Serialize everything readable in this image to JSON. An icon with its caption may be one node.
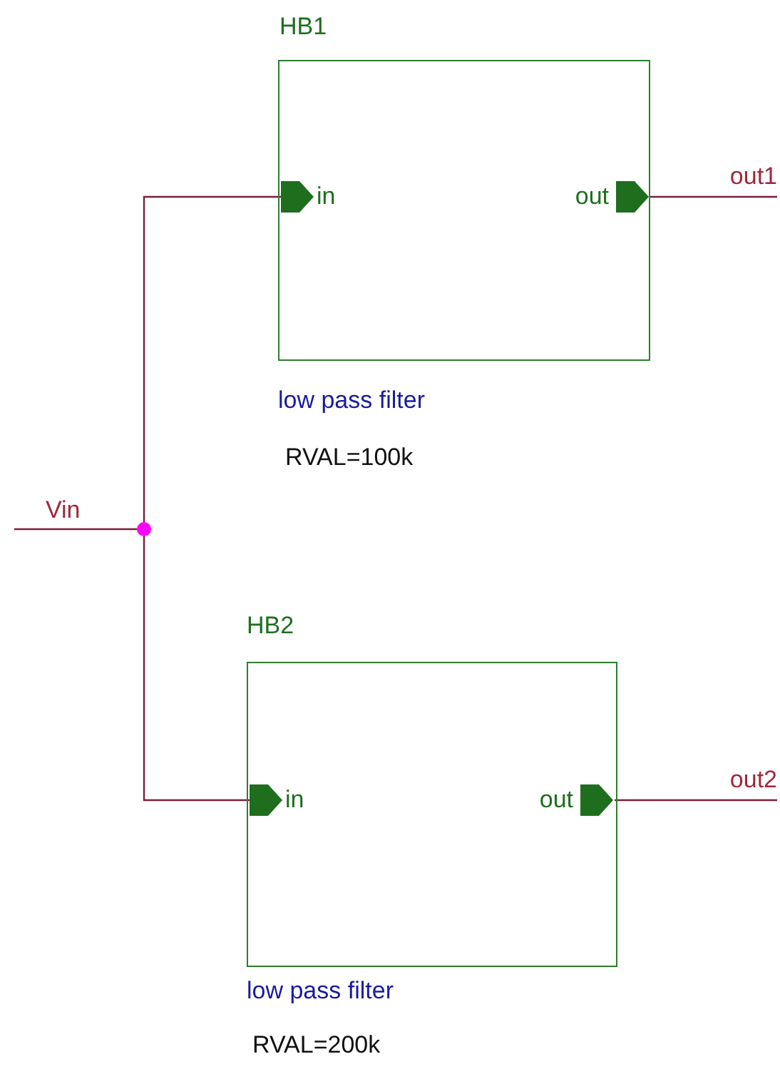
{
  "diagram": {
    "nodes": [
      {
        "text": [
          "HB1"
        ],
        "beside": [
          "low pass filter",
          "RVAL=100k"
        ]
      },
      {
        "text": [
          "in"
        ],
        "in": 0
      },
      {
        "text": [
          "out"
        ],
        "in": 0
      },
      {
        "text": [
          "HB2"
        ],
        "beside": [
          "low pass filter",
          "RVAL=200k"
        ]
      },
      {
        "text": [
          "in"
        ],
        "in": 3
      },
      {
        "text": [
          "out"
        ],
        "in": 3
      },
      {
        "text": [
          "Vin"
        ]
      },
      {
        "text": [],
        "shape": "circle"
      },
      {
        "text": [
          "out1"
        ]
      },
      {
        "text": [
          "out2"
        ]
      }
    ],
    "edges": [
      {
        "from": 6,
        "to": 7,
        "arrow": "none"
      },
      {
        "from": 7,
        "to": 1,
        "arrow": "none"
      },
      {
        "from": 7,
        "to": 4,
        "arrow": "none"
      },
      {
        "from": 2,
        "to": 8,
        "arrow": "none"
      },
      {
        "from": 5,
        "to": 9,
        "arrow": "none"
      }
    ]
  }
}
